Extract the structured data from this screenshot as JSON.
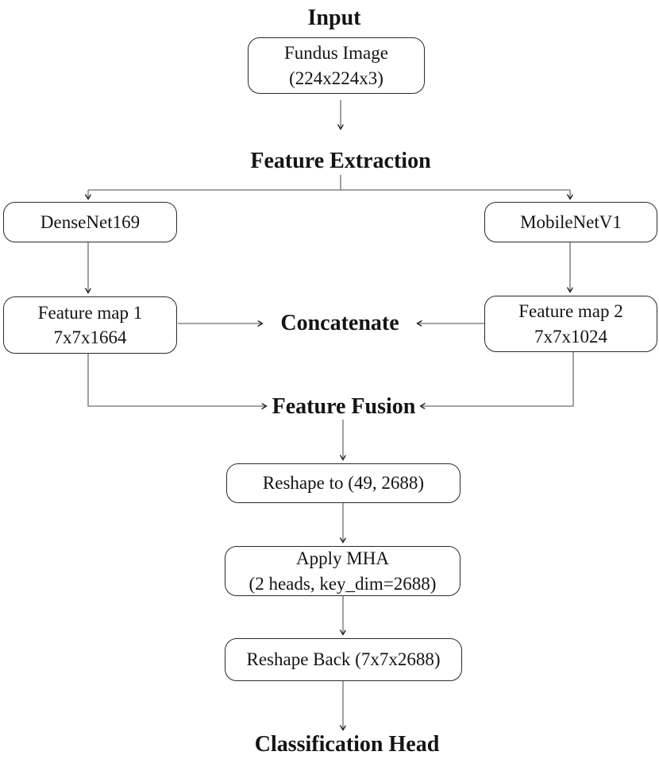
{
  "headings": {
    "input": "Input",
    "feature_extraction": "Feature Extraction",
    "concatenate": "Concatenate",
    "feature_fusion": "Feature Fusion",
    "classification_head": "Classification Head"
  },
  "nodes": {
    "fundus_image": {
      "line1": "Fundus Image",
      "line2": "(224x224x3)"
    },
    "densenet": {
      "label": "DenseNet169"
    },
    "mobilenet": {
      "label": "MobileNetV1"
    },
    "feature_map_1": {
      "line1": "Feature map 1",
      "line2": "7x7x1664"
    },
    "feature_map_2": {
      "line1": "Feature map 2",
      "line2": "7x7x1024"
    },
    "reshape_to": {
      "label": "Reshape to (49, 2688)"
    },
    "apply_mha": {
      "line1": "Apply MHA",
      "line2": "(2 heads, key_dim=2688)"
    },
    "reshape_back": {
      "label": "Reshape Back (7x7x2688)"
    }
  },
  "colors": {
    "background": "#ffffff",
    "box_border": "#2a2a2a",
    "connector": "#6e6e6e",
    "arrowhead": "#1c1c1c",
    "text": "#141414"
  }
}
